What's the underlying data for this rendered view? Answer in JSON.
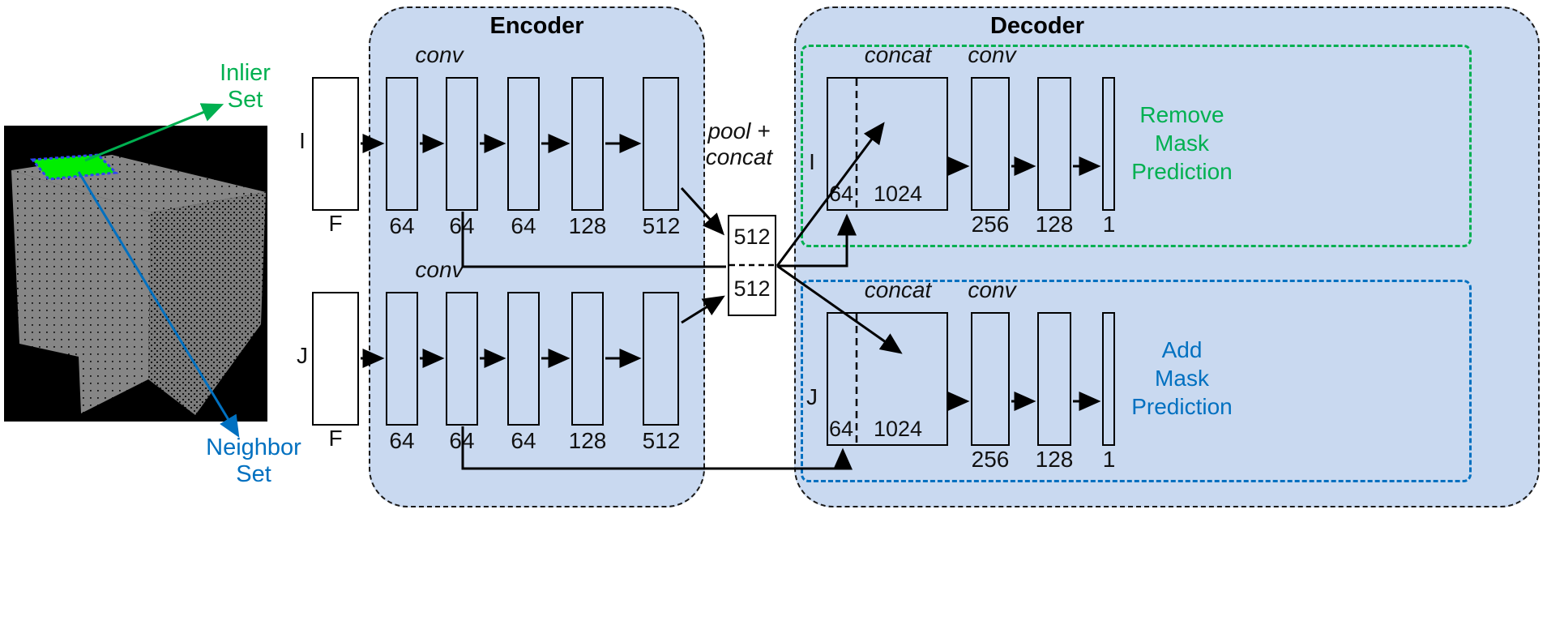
{
  "colors": {
    "panel_fill": "#c9d9f0",
    "green": "#00b050",
    "blue": "#0070c0",
    "inlier_patch": "#00ee00",
    "patch_outline": "#2e45f0"
  },
  "scene": {
    "inlier_label": [
      "Inlier",
      "Set"
    ],
    "neighbor_label": [
      "Neighbor",
      "Set"
    ]
  },
  "encoder": {
    "title": "Encoder",
    "rows": [
      {
        "input_label": "I",
        "input_feat": "F",
        "conv_label": "conv",
        "layers": [
          "64",
          "64",
          "64",
          "128",
          "512"
        ]
      },
      {
        "input_label": "J",
        "input_feat": "F",
        "conv_label": "conv",
        "layers": [
          "64",
          "64",
          "64",
          "128",
          "512"
        ]
      }
    ]
  },
  "pool": {
    "label": [
      "pool +",
      "concat"
    ],
    "cells": [
      "512",
      "512"
    ]
  },
  "decoder": {
    "title": "Decoder",
    "branches": [
      {
        "input_label": "I",
        "concat_label": "concat",
        "conv_label": "conv",
        "skip_dim": "64",
        "concat_dim": "1024",
        "layers": [
          "256",
          "128",
          "1"
        ],
        "prediction": [
          "Remove",
          "Mask",
          "Prediction"
        ]
      },
      {
        "input_label": "J",
        "concat_label": "concat",
        "conv_label": "conv",
        "skip_dim": "64",
        "concat_dim": "1024",
        "layers": [
          "256",
          "128",
          "1"
        ],
        "prediction": [
          "Add",
          "Mask",
          "Prediction"
        ]
      }
    ]
  }
}
